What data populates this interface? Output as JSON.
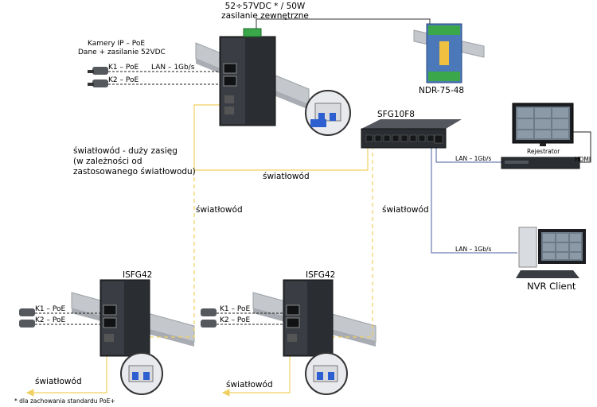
{
  "colors": {
    "fiber": "#f0d060",
    "lan": "#4a5fa0",
    "rail": "#c4c7cc",
    "switch_body": "#2a2d31",
    "psu_body": "#4a78b8",
    "connector_green": "#3aa84a"
  },
  "power": {
    "line1": "52÷57VDC * / 50W",
    "line2": "zasilanie zewnętrzne",
    "psu_label": "NDR-75-48"
  },
  "cameras_top": {
    "line1": "Kamery IP – PoE",
    "line2": "Dane + zasilanie 52VDC",
    "k1": "K1 – PoE",
    "k2": "K2 – PoE",
    "lan": "LAN – 1Gb/s"
  },
  "fiber_note": {
    "line1": "światłowód - duży zasięg",
    "line2": "(w zależności od",
    "line3": "zastosowanego światłowodu)"
  },
  "links": {
    "fiber_center": "światłowód",
    "fiber_left_vertical": "światłowód",
    "fiber_right_vertical": "światłowód",
    "fiber_out_left": "światłowód",
    "fiber_out_right": "światłowód",
    "lan_recorder": "LAN – 1Gb/s",
    "lan_client": "LAN – 1Gb/s"
  },
  "switch": {
    "label": "SFG10F8"
  },
  "recorder": {
    "label": "Rejestrator",
    "hdmi": "HDMI"
  },
  "client": {
    "label": "NVR Client"
  },
  "node_left": {
    "label": "ISFG42",
    "k1": "K1 – PoE",
    "k2": "K2 – PoE"
  },
  "node_right": {
    "label": "ISFG42",
    "k1": "K1 – PoE",
    "k2": "K2 – PoE"
  },
  "footnote": "* dla zachowania standardu PoE+"
}
